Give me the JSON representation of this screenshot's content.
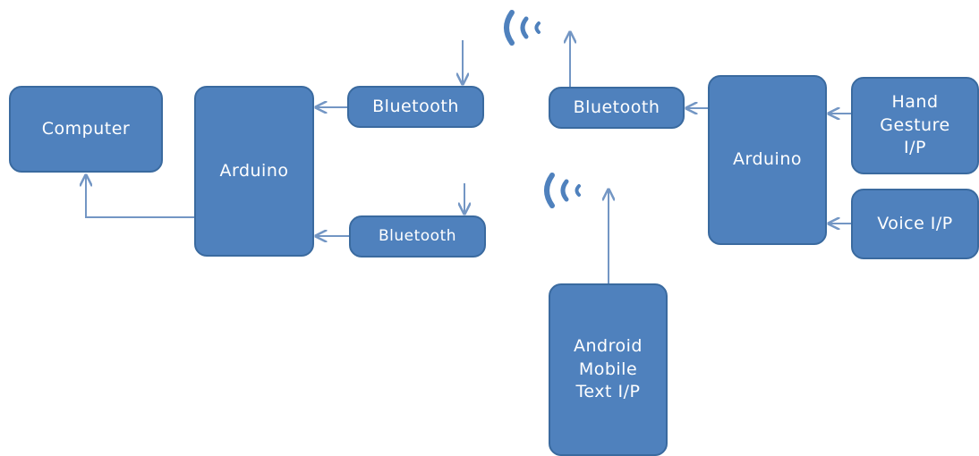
{
  "nodes": {
    "computer": "Computer",
    "arduino_left": "Arduino",
    "bluetooth_left_top": "Bluetooth",
    "bluetooth_left_bottom": "Bluetooth",
    "bluetooth_right": "Bluetooth",
    "arduino_right": "Arduino",
    "hand_gesture": "Hand\nGesture\nI/P",
    "voice": "Voice I/P",
    "android": "Android\nMobile\nText I/P"
  },
  "colors": {
    "box_fill": "#4f81bd",
    "box_border": "#3a6a9f",
    "connector": "#7396c4",
    "signal": "#4f81bd"
  },
  "icons": [
    "wireless-signal-icon",
    "wireless-signal-icon"
  ]
}
